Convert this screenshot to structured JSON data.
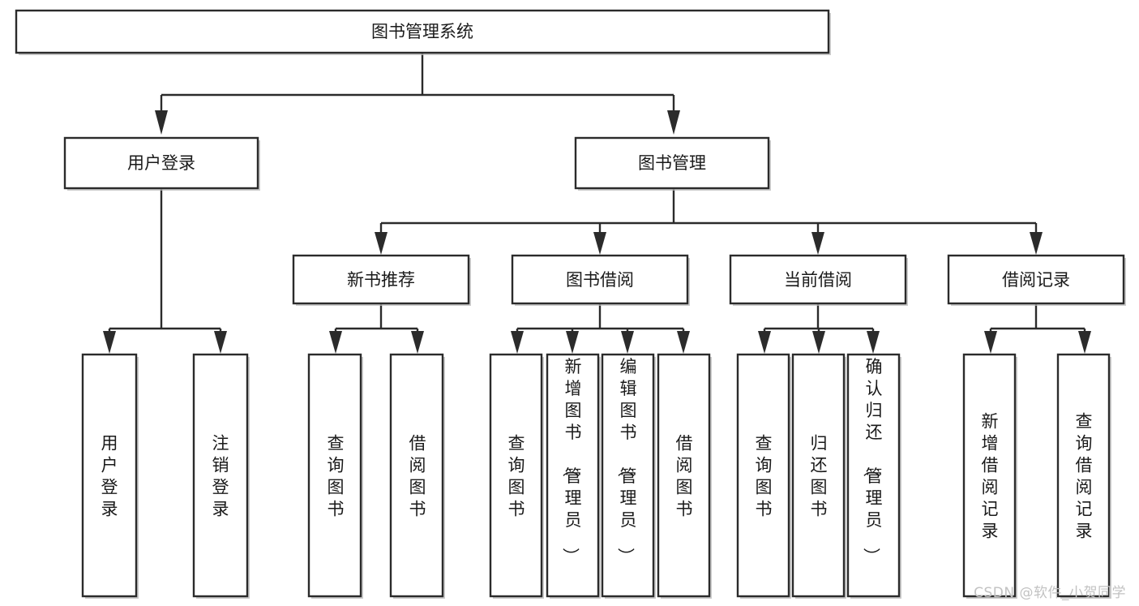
{
  "diagram": {
    "type": "tree-hierarchy",
    "orientation": "top-down",
    "root": {
      "label": "图书管理系统"
    },
    "level2": [
      {
        "label": "用户登录"
      },
      {
        "label": "图书管理"
      }
    ],
    "level3": [
      {
        "label": "新书推荐"
      },
      {
        "label": "图书借阅"
      },
      {
        "label": "当前借阅"
      },
      {
        "label": "借阅记录"
      }
    ],
    "leaves": {
      "user_login": [
        {
          "label": "用户登录"
        },
        {
          "label": "注销登录"
        }
      ],
      "new_book_recommend": [
        {
          "label": "查询图书"
        },
        {
          "label": "借阅图书"
        }
      ],
      "book_borrow": [
        {
          "label": "查询图书"
        },
        {
          "label": "新增图书（管理员）"
        },
        {
          "label": "编辑图书（管理员）"
        },
        {
          "label": "借阅图书"
        }
      ],
      "current_borrow": [
        {
          "label": "查询图书"
        },
        {
          "label": "归还图书"
        },
        {
          "label": "确认归还（管理员）"
        }
      ],
      "borrow_record": [
        {
          "label": "新增借阅记录"
        },
        {
          "label": "查询借阅记录"
        }
      ]
    }
  },
  "watermark": {
    "text": "CSDN @软件_小贺同学"
  },
  "colors": {
    "background": "#ffffff",
    "box_stroke": "#2b2b2b",
    "box_fill": "#ffffff",
    "connector": "#2b2b2b",
    "text": "#1a1a1a",
    "watermark": "#c2c2c2"
  }
}
